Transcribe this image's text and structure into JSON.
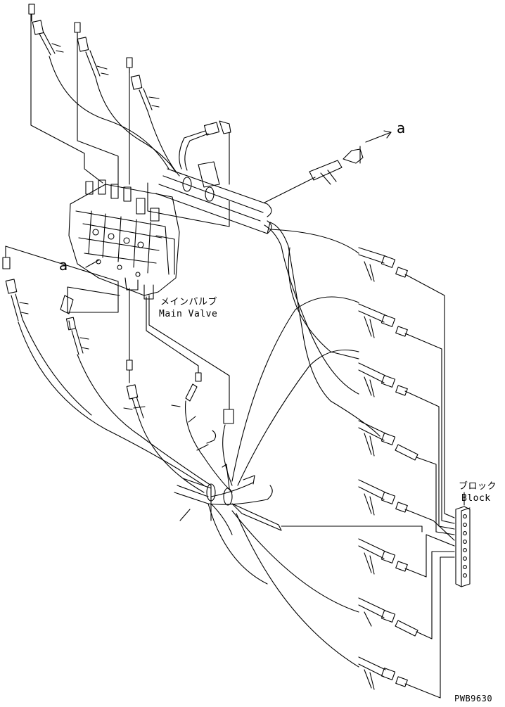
{
  "labels": {
    "main_valve_jp": "メインバルブ",
    "main_valve_en": "Main Valve",
    "block_jp": "ブロック",
    "block_en": "Block",
    "arrow_a_right": "a",
    "arrow_a_left": "a",
    "drawing_code": "PWB9630"
  },
  "colors": {
    "line": "#000000",
    "background": "#ffffff"
  }
}
